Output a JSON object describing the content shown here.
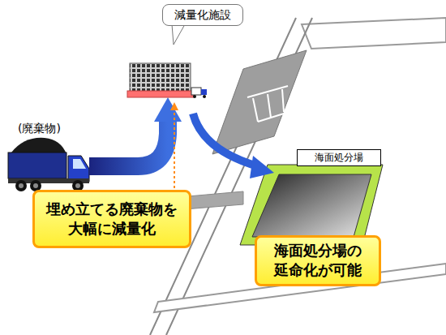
{
  "diagram": {
    "nodes": [
      {
        "text": [
          "減量化施設"
        ]
      },
      {
        "text": [
          "海面処分場"
        ]
      },
      {
        "text": [
          "埋め立てる廃棄物を 大幅に減量化"
        ]
      },
      {
        "text": [
          "海面処分場の 延命化が可能"
        ]
      }
    ],
    "labels": [
      "(廃棄物)"
    ]
  }
}
